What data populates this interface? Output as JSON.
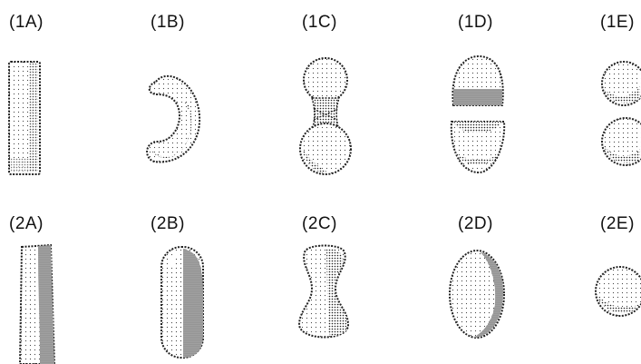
{
  "figure": {
    "row1": {
      "labels": [
        "(1A)",
        "(1B)",
        "(1C)",
        "(1D)",
        "(1E)"
      ],
      "shapes": [
        "rod",
        "crescent-arc",
        "dumbbell-constricted",
        "split-pair",
        "separated-spheres"
      ]
    },
    "row2": {
      "labels": [
        "(2A)",
        "(2B)",
        "(2C)",
        "(2D)",
        "(2E)"
      ],
      "shapes": [
        "rod",
        "capsule",
        "waisted-body",
        "oval",
        "sphere"
      ]
    },
    "colors": {
      "ink": "#222222",
      "background": "#ffffff"
    }
  }
}
